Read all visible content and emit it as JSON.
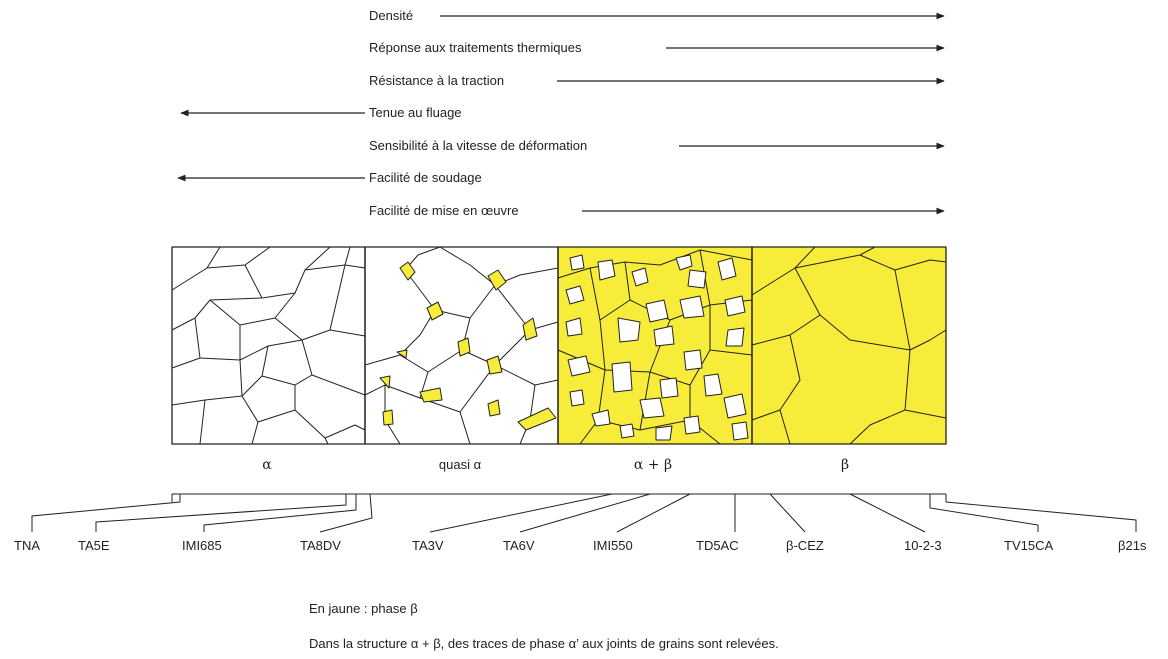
{
  "properties": [
    {
      "label": "Densité",
      "direction": "right"
    },
    {
      "label": "Réponse aux traitements thermiques",
      "direction": "right"
    },
    {
      "label": "Résistance à la traction",
      "direction": "right"
    },
    {
      "label": "Tenue au fluage",
      "direction": "left"
    },
    {
      "label": "Sensibilité à la vitesse de déformation",
      "direction": "right"
    },
    {
      "label": "Facilité de soudage",
      "direction": "left"
    },
    {
      "label": "Facilité de mise en œuvre",
      "direction": "right"
    }
  ],
  "phases": [
    "α",
    "quasi α",
    "α + β",
    "β"
  ],
  "alloys": [
    "TNA",
    "TA5E",
    "IMI685",
    "TA8DV",
    "TA3V",
    "TA6V",
    "IMI550",
    "TD5AC",
    "β-CEZ",
    "10-2-3",
    "TV15CA",
    "β21s"
  ],
  "notes": {
    "legend": "En jaune : phase β",
    "remark": "Dans la structure α + β, des traces de phase α’ aux joints de grains sont relevées."
  },
  "colors": {
    "beta_phase": "#f7ec3a",
    "line": "#222222"
  }
}
